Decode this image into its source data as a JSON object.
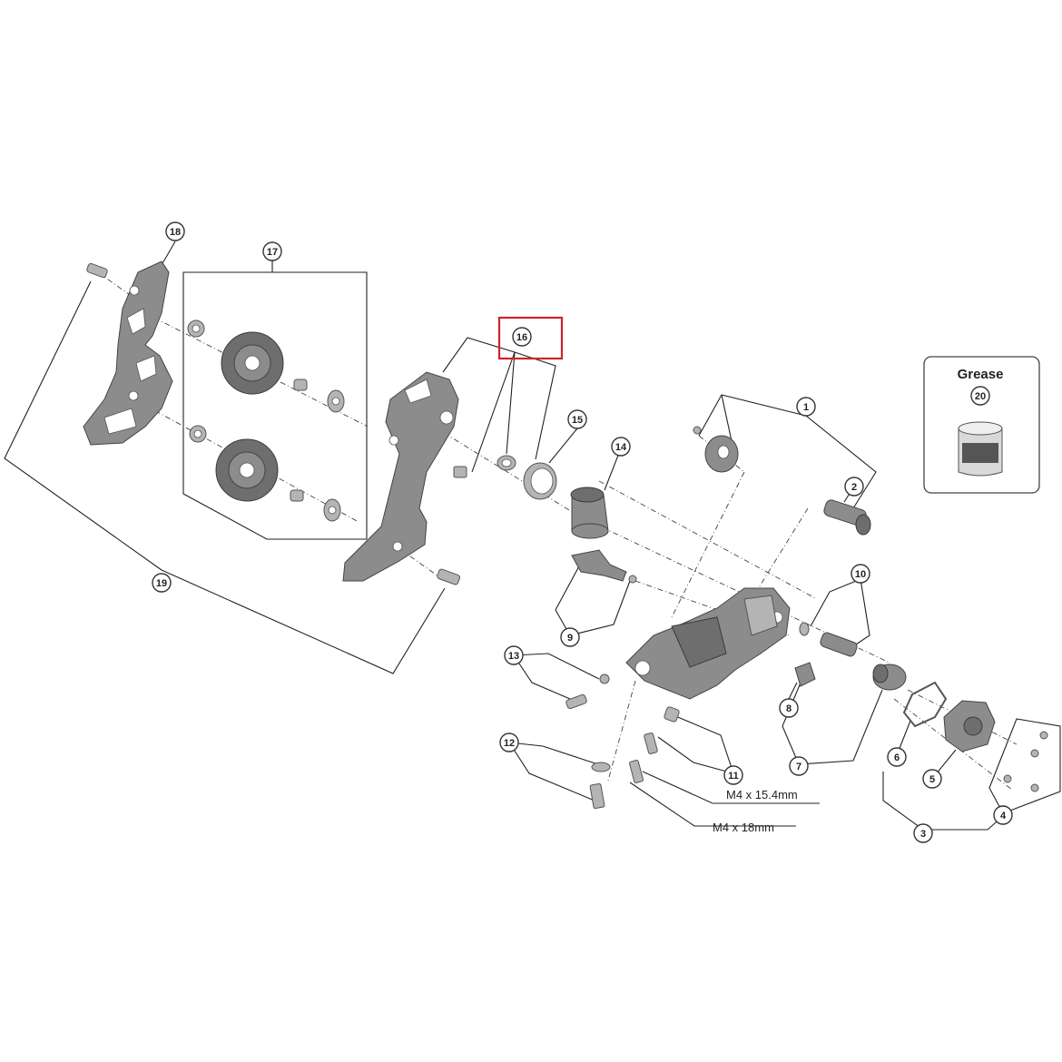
{
  "diagram": {
    "callouts": [
      {
        "id": "c1",
        "label": "1"
      },
      {
        "id": "c2",
        "label": "2"
      },
      {
        "id": "c3",
        "label": "3"
      },
      {
        "id": "c4",
        "label": "4"
      },
      {
        "id": "c5",
        "label": "5"
      },
      {
        "id": "c6",
        "label": "6"
      },
      {
        "id": "c7",
        "label": "7"
      },
      {
        "id": "c8",
        "label": "8"
      },
      {
        "id": "c9",
        "label": "9"
      },
      {
        "id": "c10",
        "label": "10"
      },
      {
        "id": "c11",
        "label": "11"
      },
      {
        "id": "c12",
        "label": "12"
      },
      {
        "id": "c13",
        "label": "13"
      },
      {
        "id": "c14",
        "label": "14"
      },
      {
        "id": "c15",
        "label": "15"
      },
      {
        "id": "c16",
        "label": "16"
      },
      {
        "id": "c17",
        "label": "17"
      },
      {
        "id": "c18",
        "label": "18"
      },
      {
        "id": "c19",
        "label": "19"
      },
      {
        "id": "c20",
        "label": "20"
      }
    ],
    "bolt_labels": {
      "bolt_a": "M4 x 15.4mm",
      "bolt_b": "M4 x 18mm"
    },
    "grease_box": {
      "title": "Grease",
      "callout": "20"
    },
    "highlighted_callout": "16",
    "colors": {
      "highlight": "#d0222a",
      "part_fill": "#8c8c8c",
      "line": "#222222"
    }
  }
}
